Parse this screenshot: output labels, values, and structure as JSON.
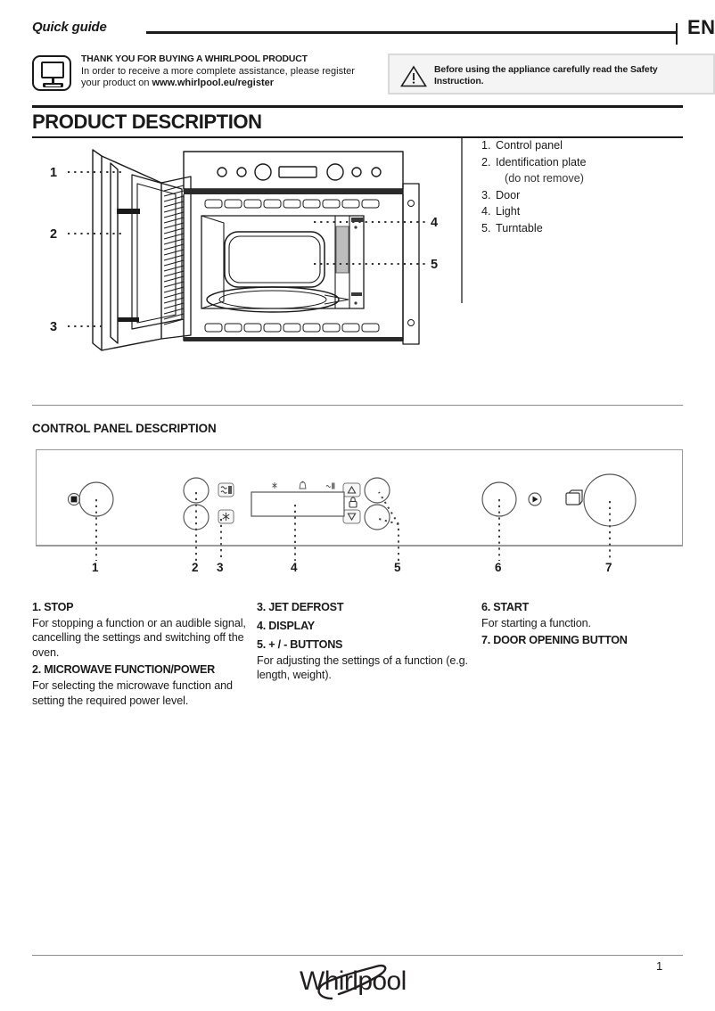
{
  "header": {
    "title": "Quick guide",
    "language": "EN"
  },
  "thanks": {
    "icon": "monitor-icon",
    "heading": "THANK YOU FOR BUYING A WHIRLPOOL PRODUCT",
    "body_prefix": "In order to receive a more complete assistance, please register your product on ",
    "body_link": "www.whirlpool.eu/register"
  },
  "warning": {
    "icon": "warning-triangle-icon",
    "text": "Before using the appliance carefully read the Safety Instruction."
  },
  "product_description": {
    "heading": "PRODUCT DESCRIPTION",
    "diagram_callouts_left": [
      "1",
      "2",
      "3"
    ],
    "diagram_callouts_right": [
      "4",
      "5"
    ],
    "legend": [
      {
        "num": "1.",
        "label": "Control panel",
        "sub": ""
      },
      {
        "num": "2.",
        "label": "Identification plate",
        "sub": "(do not remove)"
      },
      {
        "num": "3.",
        "label": "Door",
        "sub": ""
      },
      {
        "num": "4.",
        "label": "Light",
        "sub": ""
      },
      {
        "num": "5.",
        "label": "Turntable",
        "sub": ""
      }
    ]
  },
  "control_panel": {
    "heading": "CONTROL PANEL DESCRIPTION",
    "callouts": [
      "1",
      "2",
      "3",
      "4",
      "5",
      "6",
      "7"
    ],
    "display_indicators": [
      "defrost-icon",
      "weight-icon",
      "power-icon"
    ],
    "buttons": {
      "stop": "stop-square-icon",
      "jet_defrost": "snowflake-icon",
      "microwave": "microwave-waves-icon",
      "plus": "up-arrow-icon",
      "minus": "down-arrow-icon",
      "clock": "clock-icon",
      "lock": "lock-icon",
      "start": "play-triangle-icon",
      "door": "door-open-icon"
    },
    "descriptions": [
      {
        "title": "1. STOP",
        "body": "For stopping a function or an audible signal, cancelling the settings and switching off the oven."
      },
      {
        "title": "2. MICROWAVE FUNCTION/POWER",
        "body": "For selecting the microwave function and setting the required power level."
      },
      {
        "title": "3. JET DEFROST",
        "body": ""
      },
      {
        "title": "4. DISPLAY",
        "body": ""
      },
      {
        "title": "5. + / - BUTTONS",
        "body": "For adjusting the settings of a function (e.g. length, weight)."
      },
      {
        "title": "6. START",
        "body": "For starting a function."
      },
      {
        "title": "7. DOOR OPENING BUTTON",
        "body": ""
      }
    ]
  },
  "footer": {
    "brand": "Whirlpool",
    "page_number": "1"
  }
}
